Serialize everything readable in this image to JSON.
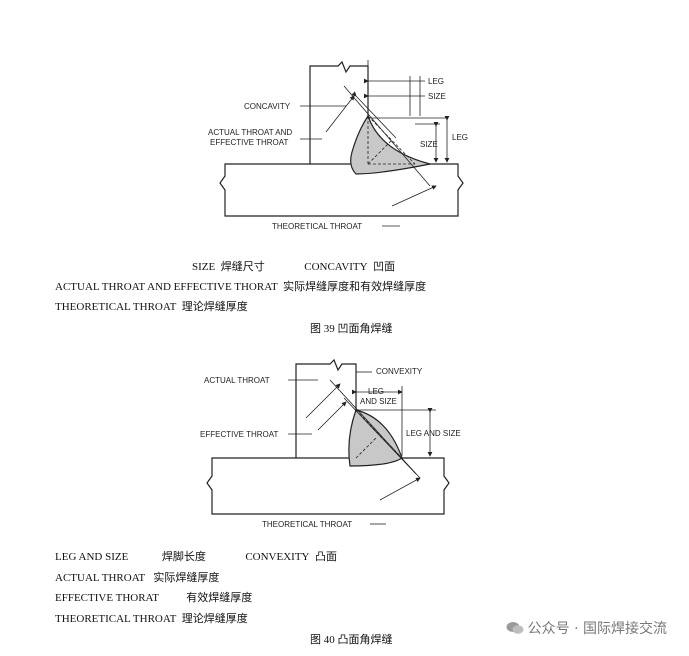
{
  "fig39": {
    "labels": {
      "leg_top": "LEG",
      "size_top": "SIZE",
      "leg_right": "LEG",
      "size_right": "SIZE",
      "concavity": "CONCAVITY",
      "actual_effective_1": "ACTUAL THROAT AND",
      "actual_effective_2": "EFFECTIVE THROAT",
      "theoretical": "THEORETICAL THROAT"
    },
    "legend": [
      {
        "en": "SIZE",
        "zh": "焊缝尺寸"
      },
      {
        "en": "CONCAVITY",
        "zh": "凹面"
      },
      {
        "en": "ACTUAL THROAT AND EFFECTIVE THORAT",
        "zh": "实际焊缝厚度和有效焊缝厚度"
      },
      {
        "en": "THEORETICAL THROAT",
        "zh": "理论焊缝厚度"
      }
    ],
    "caption": "图 39  凹面角焊缝"
  },
  "fig40": {
    "labels": {
      "convexity": "CONVEXITY",
      "actual_throat": "ACTUAL THROAT",
      "leg_and_size_top_1": "LEG",
      "leg_and_size_top_2": "AND SIZE",
      "leg_and_size_right": "LEG AND SIZE",
      "effective_throat": "EFFECTIVE THROAT",
      "theoretical": "THEORETICAL THROAT"
    },
    "legend": [
      {
        "en": "LEG AND SIZE",
        "zh": "焊脚长度"
      },
      {
        "en": "CONVEXITY",
        "zh": "凸面"
      },
      {
        "en": "ACTUAL THROAT",
        "zh": "实际焊缝厚度"
      },
      {
        "en": "EFFECTIVE THORAT",
        "zh": "有效焊缝厚度"
      },
      {
        "en": "THEORETICAL THROAT",
        "zh": "理论焊缝厚度"
      }
    ],
    "caption": "图 40  凸面角焊缝"
  },
  "watermark": "公众号 · 国际焊接交流",
  "colors": {
    "weld_fill": "#c8c8c8",
    "line": "#222222"
  }
}
